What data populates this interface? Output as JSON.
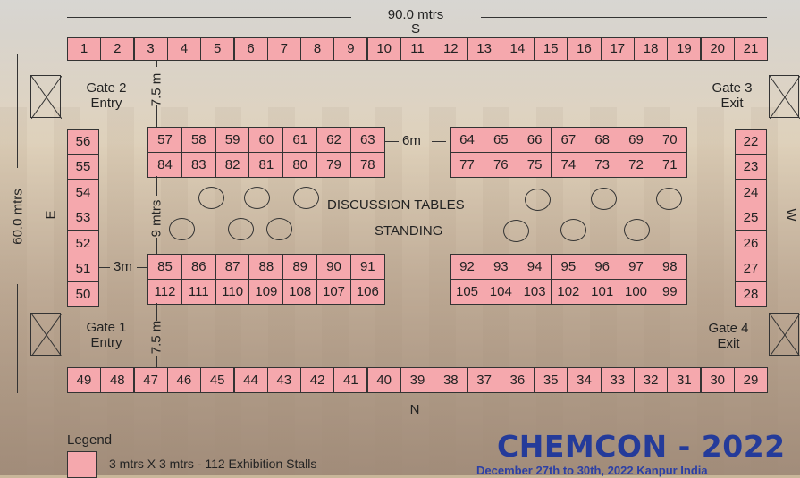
{
  "dimensions": {
    "width_label": "90.0 mtrs",
    "height_label": "60.0 mtrs",
    "gap_top": "7.5 m",
    "gap_mid": "9 mtrs",
    "gap_bottom": "7.5 m",
    "gap_center": "6m",
    "gap_left": "3m"
  },
  "compass": {
    "south": "S",
    "north": "N",
    "east": "E",
    "west": "W"
  },
  "gates": [
    {
      "line1": "Gate 2",
      "line2": "Entry"
    },
    {
      "line1": "Gate 3",
      "line2": "Exit"
    },
    {
      "line1": "Gate 1",
      "line2": "Entry"
    },
    {
      "line1": "Gate 4",
      "line2": "Exit"
    }
  ],
  "areas": {
    "discussion": "DISCUSSION TABLES",
    "standing": "STANDING"
  },
  "legend": {
    "title": "Legend",
    "item": "3 mtrs X 3 mtrs - 112 Exhibition Stalls",
    "swatch_color": "#f5a8ad"
  },
  "event": {
    "name": "CHEMCON - 2022",
    "subtitle": "December 27th to 30th, 2022 Kanpur India"
  },
  "stalls": {
    "top_row": [
      "1",
      "2",
      "3",
      "4",
      "5",
      "6",
      "7",
      "8",
      "9",
      "10",
      "11",
      "12",
      "13",
      "14",
      "15",
      "16",
      "17",
      "18",
      "19",
      "20",
      "21"
    ],
    "bottom_row": [
      "49",
      "48",
      "47",
      "46",
      "45",
      "44",
      "43",
      "42",
      "41",
      "40",
      "39",
      "38",
      "37",
      "36",
      "35",
      "34",
      "33",
      "32",
      "31",
      "30",
      "29"
    ],
    "left_col": [
      "56",
      "55",
      "54",
      "53",
      "52",
      "51",
      "50"
    ],
    "right_col": [
      "22",
      "23",
      "24",
      "25",
      "26",
      "27",
      "28"
    ],
    "block_tl_1": [
      "57",
      "58",
      "59",
      "60",
      "61",
      "62",
      "63"
    ],
    "block_tl_2": [
      "84",
      "83",
      "82",
      "81",
      "80",
      "79",
      "78"
    ],
    "block_tr_1": [
      "64",
      "65",
      "66",
      "67",
      "68",
      "69",
      "70"
    ],
    "block_tr_2": [
      "77",
      "76",
      "75",
      "74",
      "73",
      "72",
      "71"
    ],
    "block_bl_1": [
      "85",
      "86",
      "87",
      "88",
      "89",
      "90",
      "91"
    ],
    "block_bl_2": [
      "112",
      "111",
      "110",
      "109",
      "108",
      "107",
      "106"
    ],
    "block_br_1": [
      "92",
      "93",
      "94",
      "95",
      "96",
      "97",
      "98"
    ],
    "block_br_2": [
      "105",
      "104",
      "103",
      "102",
      "101",
      "100",
      "99"
    ]
  }
}
